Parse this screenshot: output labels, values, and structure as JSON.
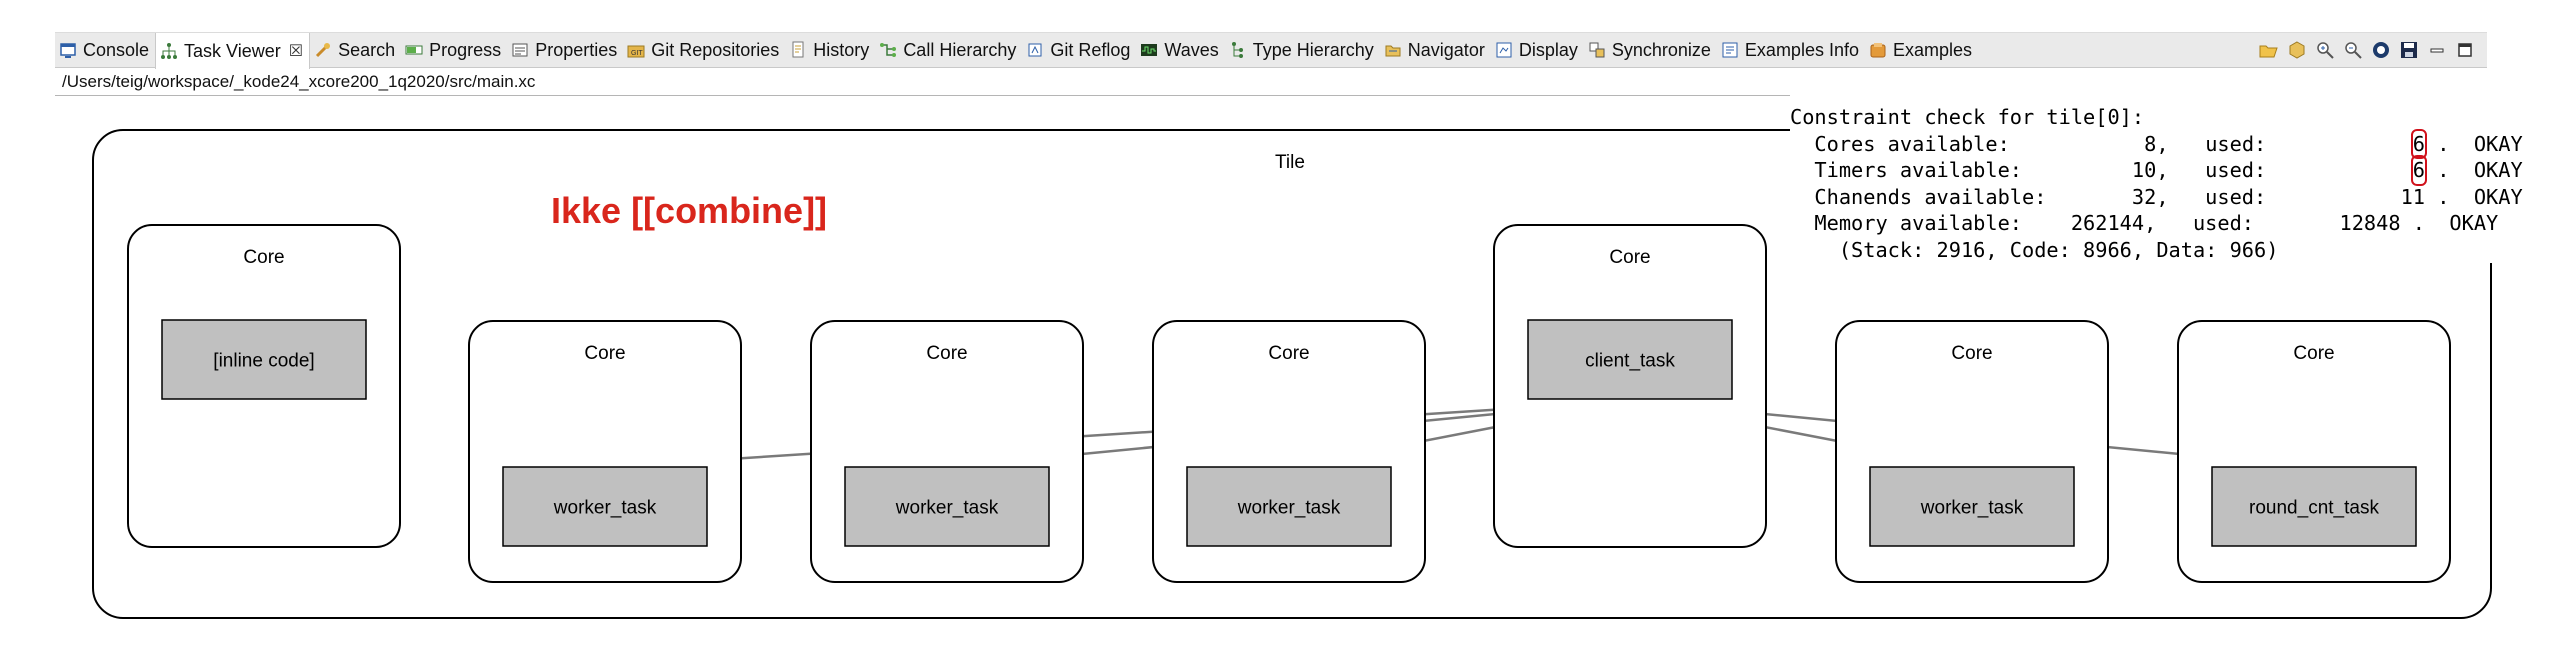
{
  "tabs": [
    {
      "label": "Console",
      "icon": "console-icon"
    },
    {
      "label": "Task Viewer",
      "icon": "task-viewer-icon",
      "active": true,
      "close": "☒"
    },
    {
      "label": "Search",
      "icon": "search-icon"
    },
    {
      "label": "Progress",
      "icon": "progress-icon"
    },
    {
      "label": "Properties",
      "icon": "properties-icon"
    },
    {
      "label": "Git Repositories",
      "icon": "git-repositories-icon"
    },
    {
      "label": "History",
      "icon": "history-icon"
    },
    {
      "label": "Call Hierarchy",
      "icon": "call-hierarchy-icon"
    },
    {
      "label": "Git Reflog",
      "icon": "git-reflog-icon"
    },
    {
      "label": "Waves",
      "icon": "waves-icon"
    },
    {
      "label": "Type Hierarchy",
      "icon": "type-hierarchy-icon"
    },
    {
      "label": "Navigator",
      "icon": "navigator-icon"
    },
    {
      "label": "Display",
      "icon": "display-icon"
    },
    {
      "label": "Synchronize",
      "icon": "synchronize-icon"
    },
    {
      "label": "Examples Info",
      "icon": "examples-info-icon"
    },
    {
      "label": "Examples",
      "icon": "examples-icon"
    }
  ],
  "toolbar_icons": [
    "open-folder-icon",
    "package-icon",
    "zoom-in-icon",
    "zoom-out-icon",
    "refresh-icon",
    "save-icon",
    "minimize-icon",
    "maximize-icon"
  ],
  "file_path": "/Users/teig/workspace/_kode24_xcore200_1q2020/src/main.xc",
  "note": "Ikke [[combine]]",
  "diagram": {
    "tile_label": "Tile",
    "cores": [
      {
        "label": "Core",
        "task": "[inline code]"
      },
      {
        "label": "Core",
        "task": "worker_task"
      },
      {
        "label": "Core",
        "task": "worker_task"
      },
      {
        "label": "Core",
        "task": "worker_task"
      },
      {
        "label": "Core",
        "task": "client_task"
      },
      {
        "label": "Core",
        "task": "worker_task"
      },
      {
        "label": "Core",
        "task": "round_cnt_task"
      }
    ],
    "connections": [
      {
        "from": "client_task",
        "to": 1
      },
      {
        "from": "client_task",
        "to": 2
      },
      {
        "from": "client_task",
        "to": 3
      },
      {
        "from": "client_task",
        "to": 5
      },
      {
        "from": "client_task",
        "to": 6
      }
    ],
    "colors": {
      "task_fill": "#c0c0c0",
      "arrow": "#7a7a7a",
      "border": "#000000"
    }
  },
  "constraint": {
    "title": "Constraint check for tile[0]:",
    "rows": [
      {
        "label": "Cores available:",
        "available": "8",
        "used_label": "used:",
        "used": "6",
        "status": "OKAY",
        "highlight": true
      },
      {
        "label": "Timers available:",
        "available": "10",
        "used_label": "used:",
        "used": "6",
        "status": "OKAY",
        "highlight": true
      },
      {
        "label": "Chanends available:",
        "available": "32",
        "used_label": "used:",
        "used": "11",
        "status": "OKAY",
        "highlight": false
      },
      {
        "label": "Memory available:",
        "available": "262144",
        "used_label": "used:",
        "used": "12848",
        "status": "OKAY",
        "highlight": false
      }
    ],
    "detail": "(Stack: 2916, Code: 8966, Data: 966)",
    "highlight_color": "#d0111b"
  }
}
